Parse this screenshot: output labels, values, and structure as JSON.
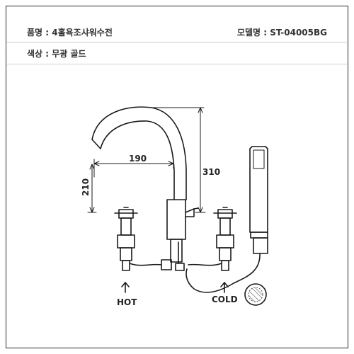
{
  "header": {
    "product_label": "품명 : 4홀욕조샤워수전",
    "model_label": "모델명 : ST-04005BG",
    "color_label": "색상 : 무광 골드"
  },
  "dimensions": {
    "width": "190",
    "height_left": "210",
    "height_right": "310"
  },
  "labels": {
    "hot": "HOT",
    "cold": "COLD"
  }
}
